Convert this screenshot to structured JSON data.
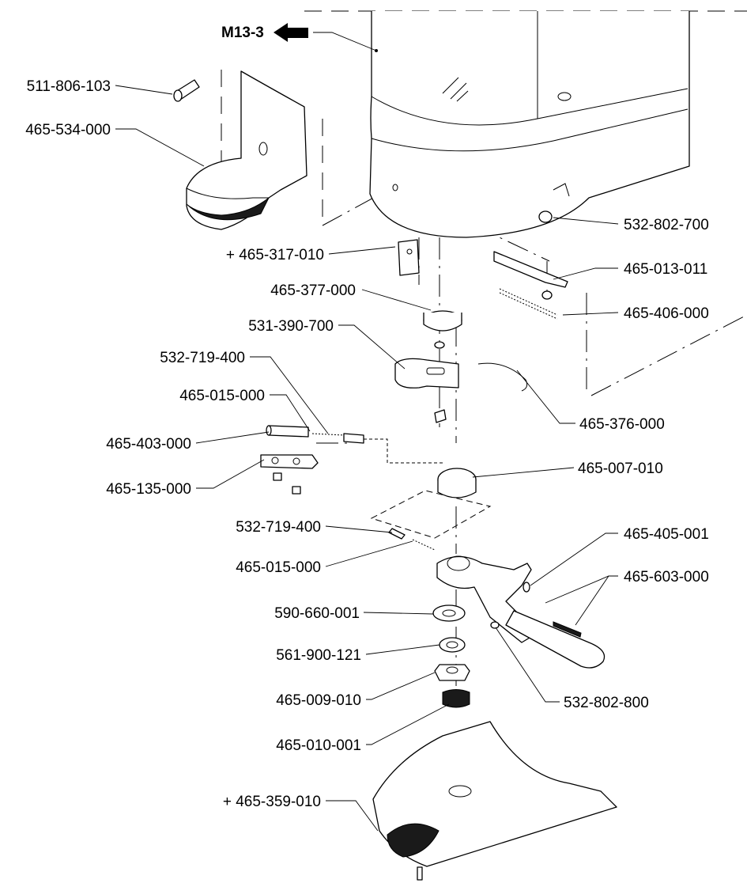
{
  "reference": {
    "label": "M13-3"
  },
  "parts": [
    {
      "id": "p01",
      "label": "511-806-103"
    },
    {
      "id": "p02",
      "label": "465-534-000"
    },
    {
      "id": "p03",
      "label": "532-802-700"
    },
    {
      "id": "p04",
      "label": "+ 465-317-010"
    },
    {
      "id": "p05",
      "label": "465-013-011"
    },
    {
      "id": "p06",
      "label": "465-377-000"
    },
    {
      "id": "p07",
      "label": "465-406-000"
    },
    {
      "id": "p08",
      "label": "531-390-700"
    },
    {
      "id": "p09",
      "label": "532-719-400"
    },
    {
      "id": "p10",
      "label": "465-015-000"
    },
    {
      "id": "p11",
      "label": "465-376-000"
    },
    {
      "id": "p12",
      "label": "465-403-000"
    },
    {
      "id": "p13",
      "label": "465-007-010"
    },
    {
      "id": "p14",
      "label": "465-135-000"
    },
    {
      "id": "p15",
      "label": "532-719-400"
    },
    {
      "id": "p16",
      "label": "465-405-001"
    },
    {
      "id": "p17",
      "label": "465-015-000"
    },
    {
      "id": "p18",
      "label": "465-603-000"
    },
    {
      "id": "p19",
      "label": "590-660-001"
    },
    {
      "id": "p20",
      "label": "561-900-121"
    },
    {
      "id": "p21",
      "label": "532-802-800"
    },
    {
      "id": "p22",
      "label": "465-009-010"
    },
    {
      "id": "p23",
      "label": "465-010-001"
    },
    {
      "id": "p24",
      "label": "+ 465-359-010"
    }
  ]
}
